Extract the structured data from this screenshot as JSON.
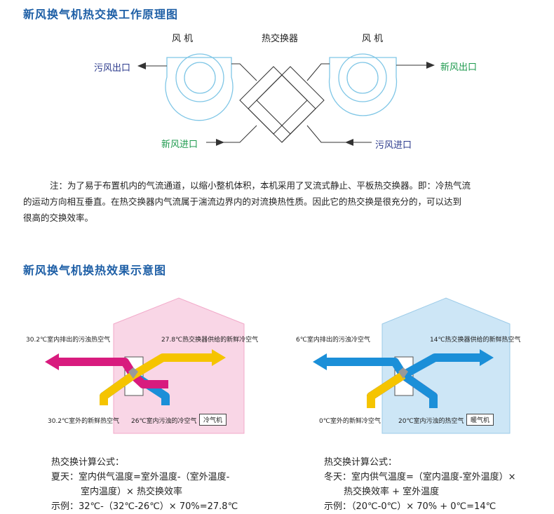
{
  "section1": {
    "title": "新风换气机热交换工作原理图",
    "fan_left_label": "风 机",
    "exchanger_label": "热交换器",
    "fan_right_label": "风 机",
    "exhaust_out": "污风出口",
    "fresh_out": "新风出口",
    "fresh_in": "新风进口",
    "exhaust_in": "污风进口",
    "note_line1": "注：为了易于布置机内的气流通道，以缩小整机体积，本机采用了叉流式静止、平板热交换器。即：冷热气流",
    "note_line2": "的运动方向相互垂直。在热交换器内气流属于湍流边界内的对流换热性质。因此它的热交换是很充分的，可以达到",
    "note_line3": "很高的交换效率。"
  },
  "section2": {
    "title": "新风换气机换热效果示意图",
    "summer": {
      "label_tl": "30.2℃室内排出的污浊热空气",
      "label_tr": "27.8℃热交换器供给的新鲜冷空气",
      "label_bl": "30.2℃室外的新鲜热空气",
      "label_br": "26℃室内污浊的冷空气",
      "tag": "冷气机",
      "formula_title": "热交换计算公式：",
      "formula_line1": "夏天：室内供气温度=室外温度-（室外温度-",
      "formula_line2": "室内温度）× 热交换效率",
      "formula_line3": "示例：32℃-（32℃-26℃）× 70%=27.8℃"
    },
    "winter": {
      "label_tl": "6℃室内排出的污浊冷空气",
      "label_tr": "14℃热交换器供给的新鲜热空气",
      "label_bl": "0℃室外的新鲜冷空气",
      "label_br": "20℃室内污浊的热空气",
      "tag": "暖气机",
      "formula_title": "热交换计算公式：",
      "formula_line1": "冬天：室内供气温度=（室内温度-室外温度）×",
      "formula_line2": "热交换效率 + 室外温度",
      "formula_line3": "示例：（20℃-0℃）× 70% + 0℃=14℃"
    }
  },
  "colors": {
    "title_blue": "#1e5fa6",
    "fan_blue": "#7fc6e6",
    "summer_house": "#f9d6e6",
    "winter_house": "#cde6f6",
    "magenta": "#d81b7e",
    "yellow": "#f5c400",
    "arrow_blue": "#1b8fd8"
  }
}
